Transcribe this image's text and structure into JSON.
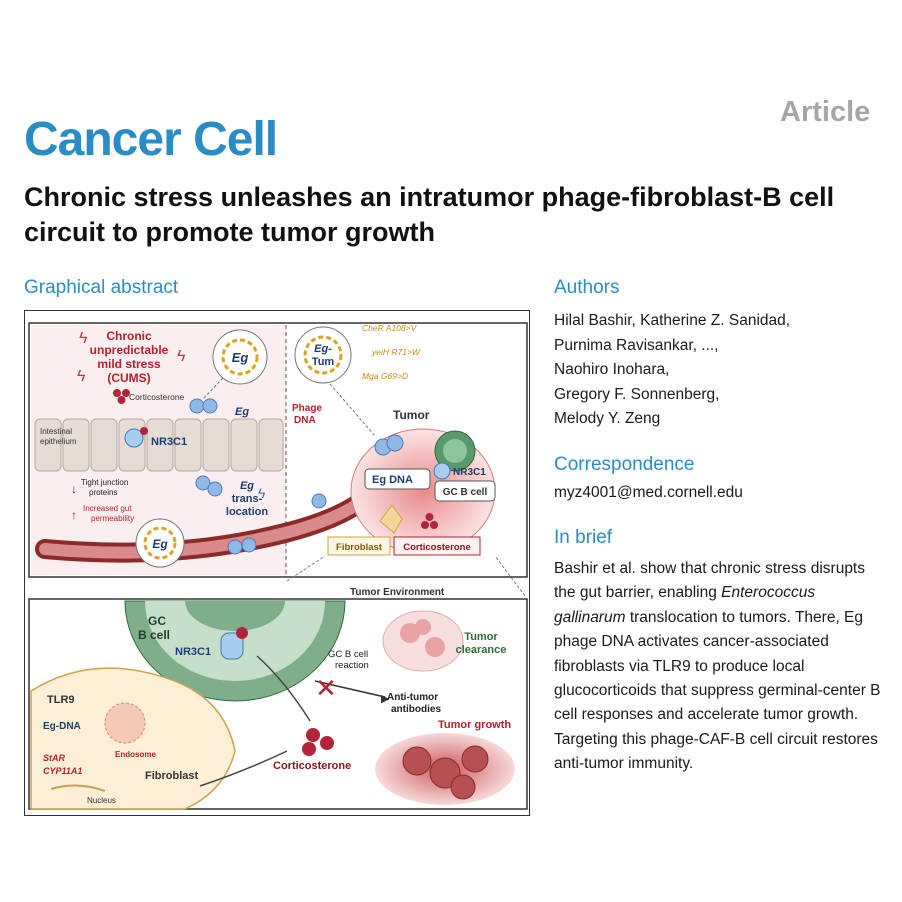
{
  "header": {
    "journal": "Cancer Cell",
    "article_type": "Article",
    "title": "Chronic stress unleashes an intratumor phage-fibroblast-B cell circuit to promote tumor growth"
  },
  "sections": {
    "graphical_abstract": "Graphical abstract",
    "authors": "Authors",
    "correspondence": "Correspondence",
    "in_brief": "In brief"
  },
  "authors": [
    "Hilal Bashir, Katherine Z. Sanidad,",
    "Purnima Ravisankar, ...,",
    "Naohiro Inohara,",
    "Gregory F. Sonnenberg,",
    "Melody Y. Zeng"
  ],
  "correspondence_email": "myz4001@med.cornell.edu",
  "brief": {
    "part1": "Bashir et al. show that chronic stress disrupts the gut barrier, enabling ",
    "species": "Enterococcus gallinarum",
    "part2": " translocation to tumors. There, Eg phage DNA activates cancer-associated fibroblasts via TLR9 to produce local glucocorticoids that suppress germinal-center B cell responses and accelerate tumor growth. Targeting this phage-CAF-B cell circuit restores anti-tumor immunity."
  },
  "figure": {
    "cums1": "Chronic",
    "cums2": "unpredictable",
    "cums3": "mild stress",
    "cums4": "(CUMS)",
    "corticosterone_top": "Corticosterone",
    "eg": "Eg",
    "eg_tum1": "Eg-",
    "eg_tum2": "Tum",
    "mut1": "CheR A108>V",
    "mut2": "yeiH R71>W",
    "mut3": "Mga G69>D",
    "phage1": "Phage",
    "phage2": "DNA",
    "tumor": "Tumor",
    "intestinal1": "Intestinal",
    "intestinal2": "epithelium",
    "nr3c1": "NR3C1",
    "eg_small": "Eg",
    "transloc1": "Eg",
    "transloc2": "trans-",
    "transloc3": "location",
    "tight1": "Tight junction",
    "tight2": "proteins",
    "perm1": "Increased gut",
    "perm2": "permeability",
    "eg_dna": "Eg DNA",
    "nr3c1_tumor": "NR3C1",
    "gc_b_cell": "GC B cell",
    "fibroblast_tag": "Fibroblast",
    "cort_tag": "Corticosterone",
    "tumor_env": "Tumor Environment",
    "gc1": "GC",
    "gc2": "B cell",
    "nr3c1_bottom": "NR3C1",
    "gcb1": "GC B cell",
    "gcb2": "reaction",
    "clear1": "Tumor",
    "clear2": "clearance",
    "anti1": "Anti-tumor",
    "anti2": "antibodies",
    "growth": "Tumor growth",
    "tlr9": "TLR9",
    "egdna2": "Eg-DNA",
    "endosome": "Endosome",
    "star": "StAR",
    "cyp": "CYP11A1",
    "nucleus": "Nucleus",
    "fibroblast2": "Fibroblast",
    "cort_bottom": "Corticosterone"
  }
}
